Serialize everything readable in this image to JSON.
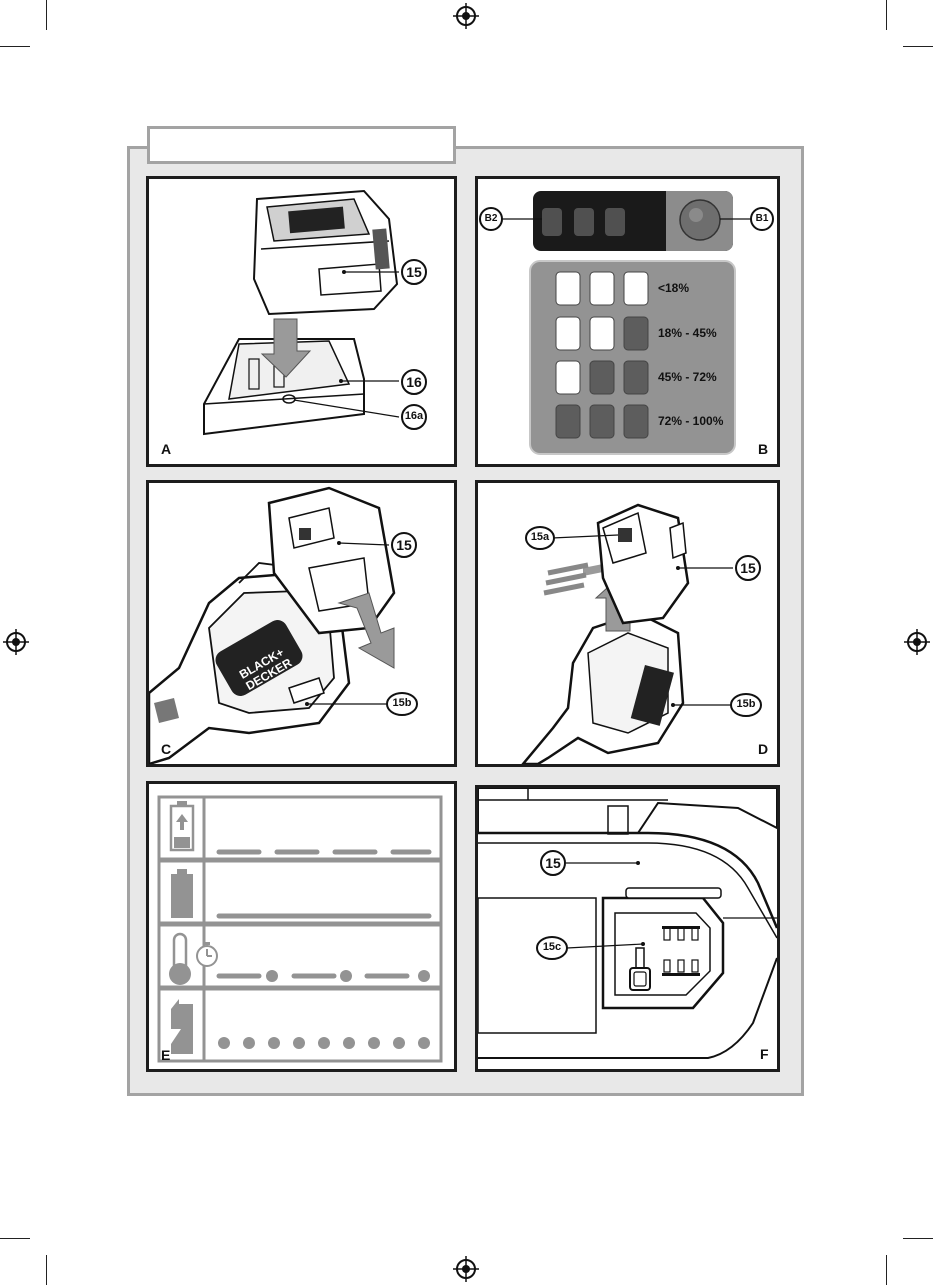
{
  "panels": {
    "a": {
      "letter": "A",
      "callouts": [
        "15",
        "16",
        "16a"
      ]
    },
    "b": {
      "letter": "B",
      "callouts": [
        "B2",
        "B1"
      ],
      "levels": [
        "<18%",
        "18% - 45%",
        "45% - 72%",
        "72% - 100%"
      ],
      "lit_counts": [
        3,
        2,
        1,
        0
      ]
    },
    "c": {
      "letter": "C",
      "callouts": [
        "15",
        "15b"
      ]
    },
    "d": {
      "letter": "D",
      "callouts": [
        "15a",
        "15",
        "15b"
      ]
    },
    "e": {
      "letter": "E",
      "rows": [
        "charging",
        "charged",
        "hot-cold-delay",
        "fault"
      ]
    },
    "f": {
      "letter": "F",
      "callouts": [
        "15",
        "15c"
      ]
    }
  },
  "colors": {
    "frame_border": "#a3a3a3",
    "frame_fill": "#e8e8e8",
    "panel_border": "#1d1d1d",
    "led_dark": "#5d5d5d",
    "led_light": "#ffffff",
    "indicator_gray": "#939393"
  },
  "icons": [
    "registration-mark-icon",
    "battery-charging-icon",
    "battery-full-icon",
    "thermometer-icon",
    "stopwatch-icon",
    "battery-fault-icon"
  ]
}
